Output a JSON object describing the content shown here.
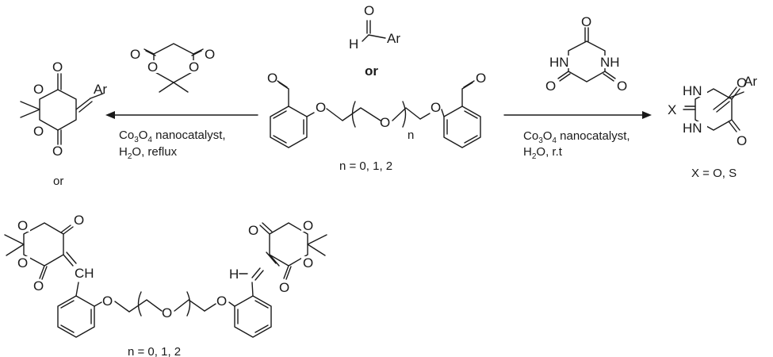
{
  "atoms": {
    "O": "O",
    "H": "H",
    "Ar": "Ar",
    "NH": "NH",
    "HN": "HN",
    "X": "X",
    "CH": "CH",
    "HC": "H"
  },
  "center": {
    "or_label": "or",
    "n_label": "n",
    "n_values": "n = 0, 1, 2"
  },
  "left_arrow": {
    "catalyst_prefix": "Co",
    "catalyst_sub1": "3",
    "catalyst_mid": "O",
    "catalyst_sub2": "4",
    "catalyst_suffix": " nanocatalyst,",
    "solvent_prefix": "H",
    "solvent_sub": "2",
    "solvent_suffix": "O, reflux"
  },
  "right_arrow": {
    "catalyst_prefix": "Co",
    "catalyst_sub1": "3",
    "catalyst_mid": "O",
    "catalyst_sub2": "4",
    "catalyst_suffix": " nanocatalyst,",
    "solvent_prefix": "H",
    "solvent_sub": "2",
    "solvent_suffix": "O, r.t"
  },
  "left_product": {
    "or_label": "or"
  },
  "right_product": {
    "x_values": "X = O, S"
  },
  "bottom_product": {
    "n_values": "n = 0, 1, 2"
  }
}
